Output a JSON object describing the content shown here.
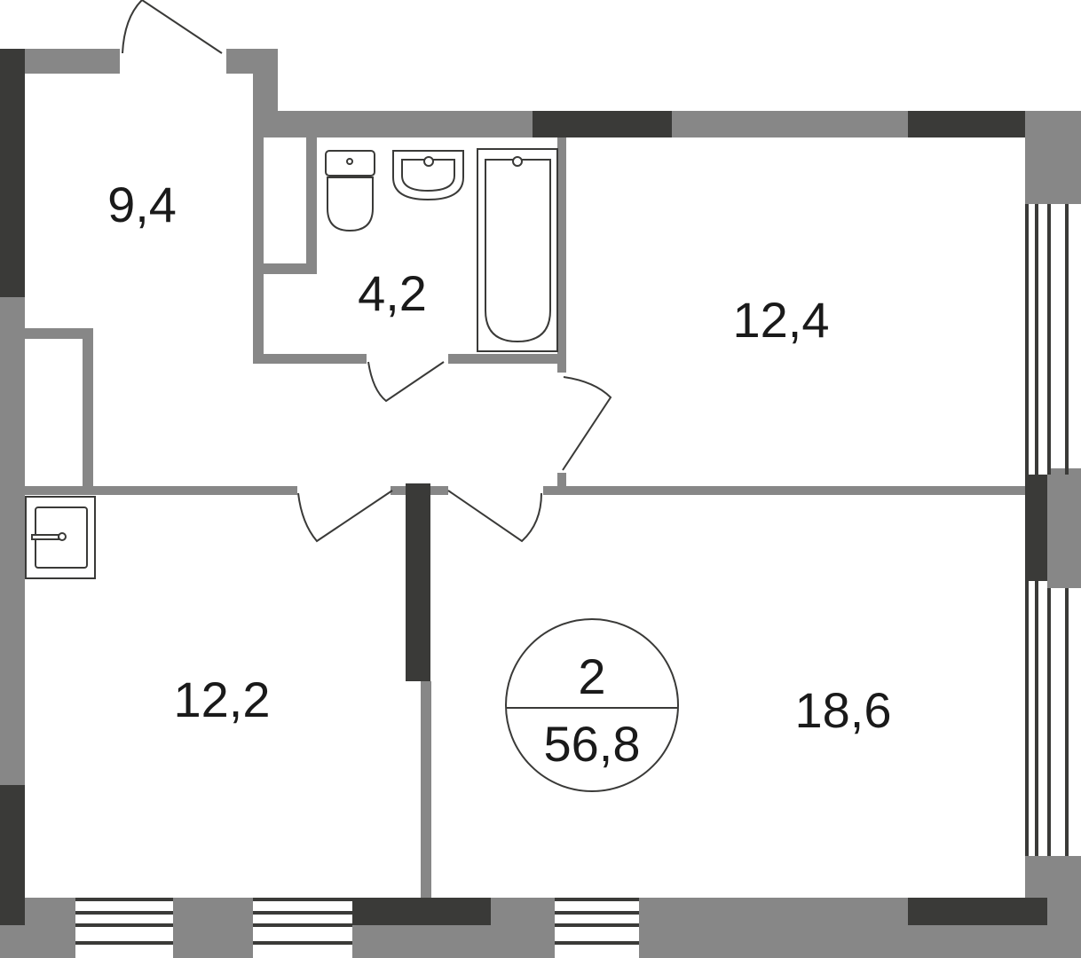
{
  "plan": {
    "rooms": {
      "hall": "9,4",
      "bathroom": "4,2",
      "bedroom": "12,4",
      "kitchen": "12,2",
      "living_room": "18,6"
    },
    "badge": {
      "rooms_count": "2",
      "total_area": "56,8"
    },
    "colors": {
      "wall": "#878787",
      "load_bearing": "#3a3a38"
    }
  }
}
